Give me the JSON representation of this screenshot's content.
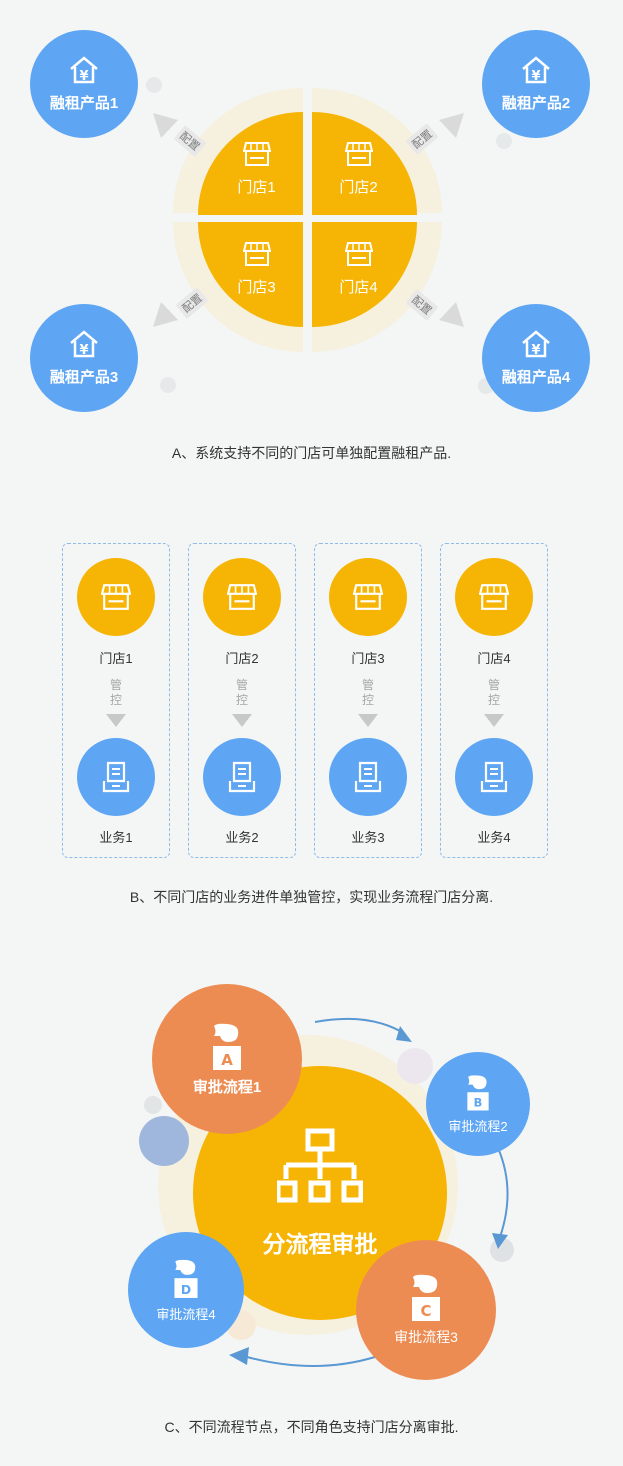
{
  "section_a": {
    "products": [
      "融租产品1",
      "融租产品2",
      "融租产品3",
      "融租产品4"
    ],
    "stores": [
      "门店1",
      "门店2",
      "门店3",
      "门店4"
    ],
    "config_label": "配置",
    "yen_symbol": "¥",
    "caption": "A、系统支持不同的门店可单独配置融租产品."
  },
  "section_b": {
    "stores": [
      "门店1",
      "门店2",
      "门店3",
      "门店4"
    ],
    "businesses": [
      "业务1",
      "业务2",
      "业务3",
      "业务4"
    ],
    "control_label_1": "管",
    "control_label_2": "控",
    "caption": "B、不同门店的业务进件单独管控，实现业务流程门店分离."
  },
  "section_c": {
    "center_title": "分流程审批",
    "workflows": [
      {
        "label": "审批流程1",
        "letter": "A"
      },
      {
        "label": "审批流程2",
        "letter": "B"
      },
      {
        "label": "审批流程3",
        "letter": "C"
      },
      {
        "label": "审批流程4",
        "letter": "D"
      }
    ],
    "caption": "C、不同流程节点，不同角色支持门店分离审批."
  },
  "colors": {
    "store_yellow": "#f6b504",
    "product_blue": "#5ea6f3",
    "workflow_orange": "#ec8c52",
    "ring_cream": "#f6f0df",
    "background": "#f4f6f6"
  }
}
